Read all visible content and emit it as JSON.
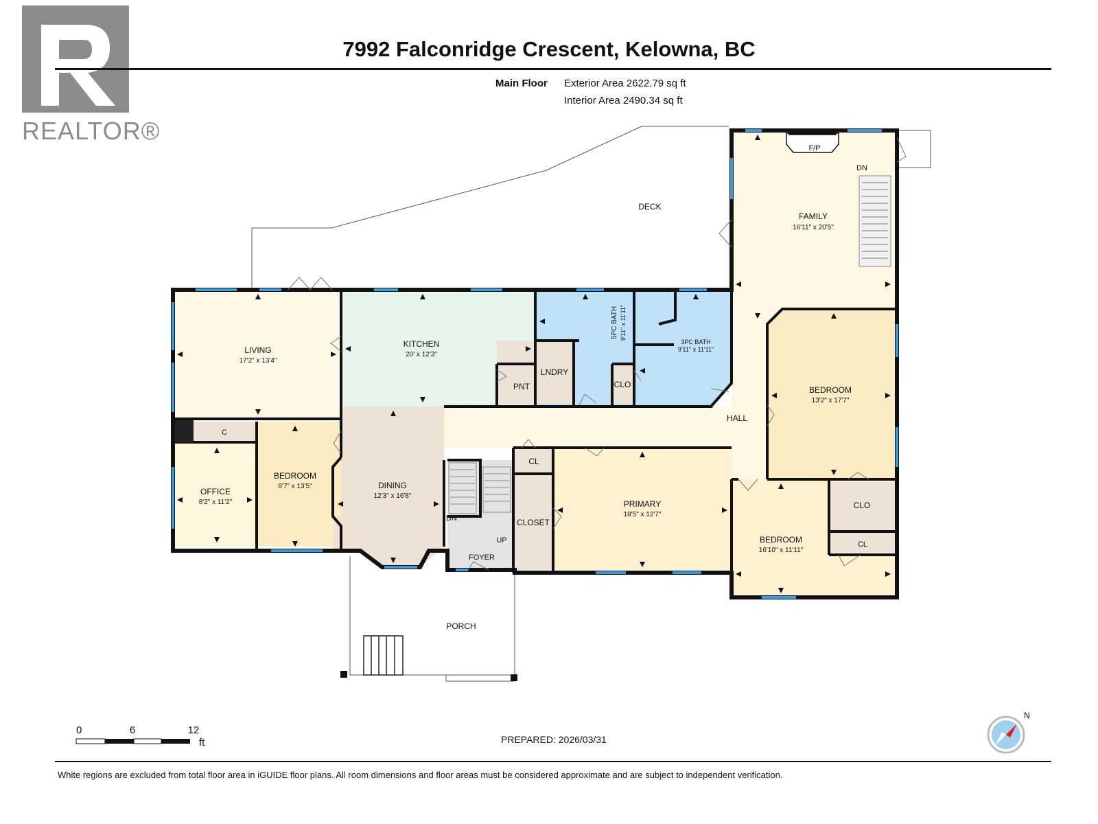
{
  "header": {
    "title": "7992 Falconridge Crescent, Kelowna, BC",
    "floor_label": "Main Floor",
    "exterior_area": "Exterior Area 2622.79 sq ft",
    "interior_area": "Interior Area 2490.34 sq ft"
  },
  "logo": {
    "text": "REALTOR®"
  },
  "rooms": {
    "deck": "DECK",
    "family": {
      "name": "FAMILY",
      "dim": "16'11\" x 20'5\""
    },
    "fireplace": "F/P",
    "stair_dn_family": "DN",
    "living": {
      "name": "LIVING",
      "dim": "17'2\" x 13'4\""
    },
    "kitchen": {
      "name": "KITCHEN",
      "dim": "20' x 12'3\""
    },
    "bath5": {
      "name": "5PC BATH",
      "dim": "9'11\" x 11'11\""
    },
    "bath3": {
      "name": "3PC BATH",
      "dim": "9'11\" x 11'11\""
    },
    "pnt": "PNT",
    "lndry": "LNDRY",
    "clo_bath": "CLO",
    "hall": "HALL",
    "bedroom_right": {
      "name": "BEDROOM",
      "dim": "13'2\" x 17'7\""
    },
    "c": "C",
    "office": {
      "name": "OFFICE",
      "dim": "8'2\" x 11'2\""
    },
    "bedroom_left": {
      "name": "BEDROOM",
      "dim": "8'7\" x 13'5\""
    },
    "dining": {
      "name": "DINING",
      "dim": "12'3\" x 16'8\""
    },
    "stair_dn": "DN",
    "stair_up": "UP",
    "foyer": "FOYER",
    "cl_top": "CL",
    "closet": "CLOSET",
    "primary": {
      "name": "PRIMARY",
      "dim": "18'5\" x 12'7\""
    },
    "bedroom_bottom": {
      "name": "BEDROOM",
      "dim": "16'10\" x 11'11\""
    },
    "clo_bedroom": "CLO",
    "cl_bedroom": "CL",
    "porch": "PORCH"
  },
  "scale": {
    "t0": "0",
    "t6": "6",
    "t12": "12",
    "unit": "ft"
  },
  "compass": {
    "label": "N"
  },
  "footer": {
    "prepared": "PREPARED: 2026/03/31",
    "disclaimer": "White regions are excluded from total floor area in iGUIDE floor plans. All room dimensions and floor areas must be considered approximate and are subject to independent verification."
  },
  "colors": {
    "living": "#fdf8e6",
    "kitchen": "#e6f4ea",
    "bath": "#bfe2f8",
    "bedroom": "#fbecc4",
    "hall": "#fdf7e3",
    "dining": "#ede2d3",
    "utility": "#ece2d5",
    "foyer": "#e3e3e3",
    "window": "#3d9ad6"
  }
}
